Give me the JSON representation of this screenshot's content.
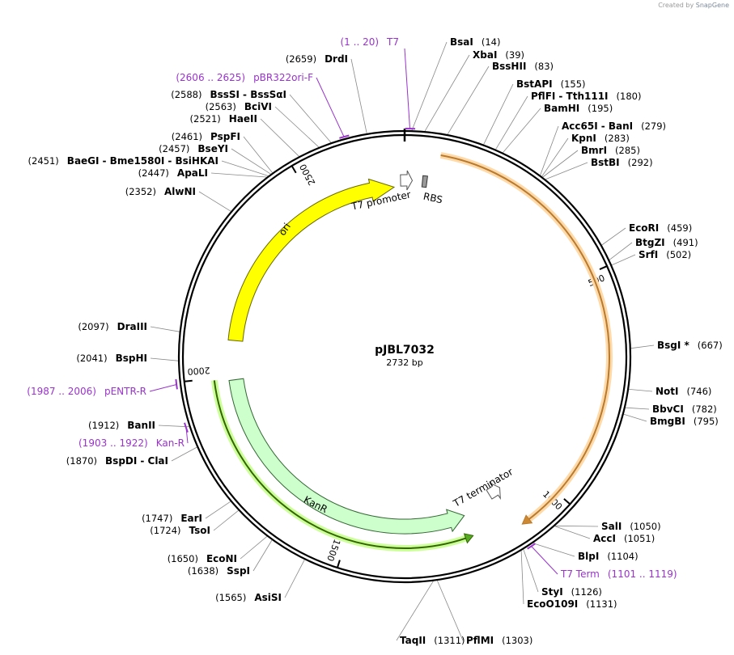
{
  "credit": {
    "prefix": "Created by",
    "brand": "SnapGene"
  },
  "plasmid": {
    "name": "pJBL7032",
    "length_label": "2732 bp",
    "length": 2732
  },
  "ticks": [
    "500",
    "1000",
    "1500",
    "2000",
    "2500"
  ],
  "features": [
    {
      "name": "ori",
      "color": "#ffff00",
      "stroke": "#666600"
    },
    {
      "name": "KanR",
      "color": "#ccffcc",
      "stroke": "#336633"
    },
    {
      "name": "T7 promoter",
      "color": "#ffffff",
      "stroke": "#555555"
    },
    {
      "name": "RBS",
      "color": "#999999",
      "stroke": "#333333"
    },
    {
      "name": "T7 terminator",
      "color": "#ffffff",
      "stroke": "#555555"
    }
  ],
  "enzymes": [
    {
      "name": "BsaI",
      "pos": "(14)"
    },
    {
      "name": "XbaI",
      "pos": "(39)"
    },
    {
      "name": "BssHII",
      "pos": "(83)"
    },
    {
      "name": "BstAPI",
      "pos": "(155)"
    },
    {
      "name": "PflFI - Tth111I",
      "pos": "(180)"
    },
    {
      "name": "BamHI",
      "pos": "(195)"
    },
    {
      "name": "Acc65I - BanI",
      "pos": "(279)"
    },
    {
      "name": "KpnI",
      "pos": "(283)"
    },
    {
      "name": "BmrI",
      "pos": "(285)"
    },
    {
      "name": "BstBI",
      "pos": "(292)"
    },
    {
      "name": "EcoRI",
      "pos": "(459)"
    },
    {
      "name": "BtgZI",
      "pos": "(491)"
    },
    {
      "name": "SrfI",
      "pos": "(502)"
    },
    {
      "name": "BsgI *",
      "pos": "(667)"
    },
    {
      "name": "NotI",
      "pos": "(746)"
    },
    {
      "name": "BbvCI",
      "pos": "(782)"
    },
    {
      "name": "BmgBI",
      "pos": "(795)"
    },
    {
      "name": "SalI",
      "pos": "(1050)"
    },
    {
      "name": "AccI",
      "pos": "(1051)"
    },
    {
      "name": "BlpI",
      "pos": "(1104)"
    },
    {
      "name": "StyI",
      "pos": "(1126)"
    },
    {
      "name": "EcoO109I",
      "pos": "(1131)"
    },
    {
      "name": "PflMI",
      "pos": "(1303)"
    },
    {
      "name": "TaqII",
      "pos": "(1311)"
    },
    {
      "name": "AsiSI",
      "pos": "(1565)"
    },
    {
      "name": "SspI",
      "pos": "(1638)"
    },
    {
      "name": "EcoNI",
      "pos": "(1650)"
    },
    {
      "name": "TsoI",
      "pos": "(1724)"
    },
    {
      "name": "EarI",
      "pos": "(1747)"
    },
    {
      "name": "BspDI - ClaI",
      "pos": "(1870)"
    },
    {
      "name": "BanII",
      "pos": "(1912)"
    },
    {
      "name": "BspHI",
      "pos": "(2041)"
    },
    {
      "name": "DraIII",
      "pos": "(2097)"
    },
    {
      "name": "AlwNI",
      "pos": "(2352)"
    },
    {
      "name": "ApaLI",
      "pos": "(2447)"
    },
    {
      "name": "BaeGI - Bme1580I - BsiHKAI",
      "pos": "(2451)"
    },
    {
      "name": "BseYI",
      "pos": "(2457)"
    },
    {
      "name": "PspFI",
      "pos": "(2461)"
    },
    {
      "name": "HaeII",
      "pos": "(2521)"
    },
    {
      "name": "BciVI",
      "pos": "(2563)"
    },
    {
      "name": "BssSI - BssSαI",
      "pos": "(2588)"
    },
    {
      "name": "DrdI",
      "pos": "(2659)"
    }
  ],
  "primers": [
    {
      "name": "T7",
      "range": "(1 .. 20)"
    },
    {
      "name": "pBR322ori-F",
      "range": "(2606 .. 2625)"
    },
    {
      "name": "T7 Term",
      "range": "(1101 .. 1119)"
    },
    {
      "name": "Kan-R",
      "range": "(1903 .. 1922)"
    },
    {
      "name": "pENTR-R",
      "range": "(1987 .. 2006)"
    }
  ],
  "colors": {
    "primer": "#9933cc",
    "backbone": "#000000",
    "orf": "#cc8833",
    "orf_glow": "#ffcc88",
    "kan_glow": "#ccff99",
    "kan_line": "#336600"
  }
}
